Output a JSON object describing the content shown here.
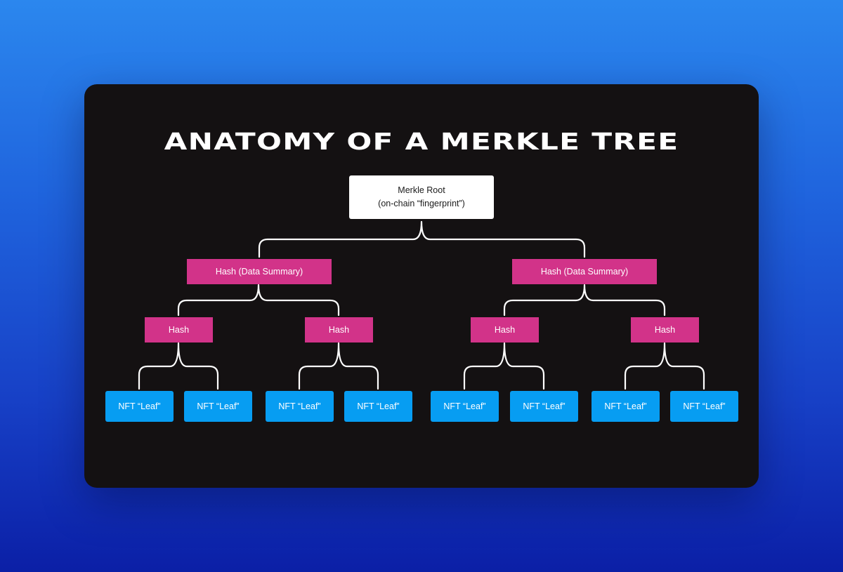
{
  "title": "ANATOMY OF A MERKLE TREE",
  "root": {
    "line1": "Merkle Root",
    "line2": "(on-chain “fingerprint”)"
  },
  "level1": [
    {
      "label": "Hash (Data Summary)"
    },
    {
      "label": "Hash (Data Summary)"
    }
  ],
  "level2": [
    {
      "label": "Hash"
    },
    {
      "label": "Hash"
    },
    {
      "label": "Hash"
    },
    {
      "label": "Hash"
    }
  ],
  "leaves": [
    {
      "label": "NFT “Leaf”"
    },
    {
      "label": "NFT “Leaf”"
    },
    {
      "label": "NFT “Leaf”"
    },
    {
      "label": "NFT “Leaf”"
    },
    {
      "label": "NFT “Leaf”"
    },
    {
      "label": "NFT “Leaf”"
    },
    {
      "label": "NFT “Leaf”"
    },
    {
      "label": "NFT “Leaf”"
    }
  ],
  "colors": {
    "background_top": "#2b87ee",
    "background_bottom": "#0b1fa6",
    "card": "#141112",
    "root_box": "#ffffff",
    "hash_box": "#d23389",
    "leaf_box": "#079df2",
    "connector": "#ffffff"
  }
}
